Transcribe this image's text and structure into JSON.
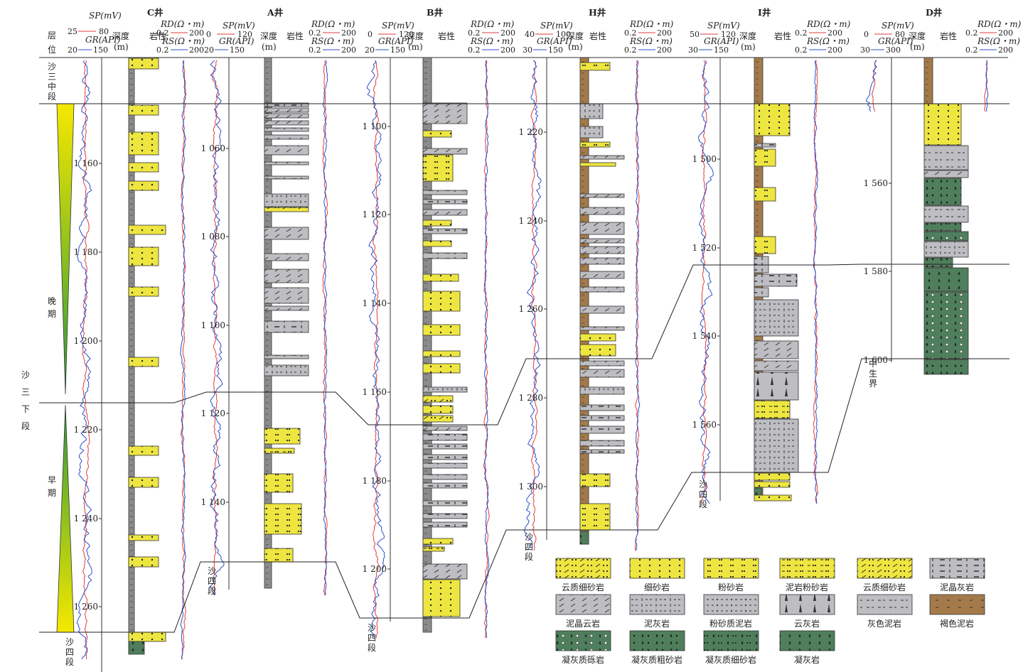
{
  "wells": [
    {
      "id": "C",
      "title": "C井",
      "hdr": {
        "sp": "SP(mV)",
        "sp_min": "25",
        "sp_max": "80",
        "gr": "GR(API)",
        "gr_min": "20",
        "gr_max": "150",
        "depth": "深度",
        "depth_unit": "(m)",
        "lith": "岩性",
        "rd": "RD(Ω・m)",
        "rd_min": "0.2",
        "rd_max": "200",
        "rs": "RS(Ω・m)",
        "rs_min": "0.2",
        "rs_max": "200"
      },
      "depths": [
        "1 160",
        "1 180",
        "1 200",
        "1 220",
        "1 240",
        "1 260"
      ]
    },
    {
      "id": "A",
      "title": "A井",
      "hdr": {
        "sp": "SP(mV)",
        "sp_min": "0",
        "sp_max": "120",
        "gr": "GR(API)",
        "gr_min": "20",
        "gr_max": "150",
        "depth": "深度",
        "depth_unit": "(m)",
        "lith": "岩性",
        "rd": "RD(Ω・m)",
        "rd_min": "0.2",
        "rd_max": "200",
        "rs": "RS(Ω・m)",
        "rs_min": "0.2",
        "rs_max": "200"
      },
      "depths": [
        "1 060",
        "1 080",
        "1 100",
        "1 120",
        "1 140"
      ]
    },
    {
      "id": "B",
      "title": "B井",
      "hdr": {
        "sp": "SP(mV)",
        "sp_min": "0",
        "sp_max": "120",
        "gr": "GR(API)",
        "gr_min": "20",
        "gr_max": "150",
        "depth": "深度",
        "depth_unit": "(m)",
        "lith": "岩性",
        "rd": "RD(Ω・m)",
        "rd_min": "0.2",
        "rd_max": "200",
        "rs": "RS(Ω・m)",
        "rs_min": "0.2",
        "rs_max": "200"
      },
      "depths": [
        "1 100",
        "1 120",
        "1 140",
        "1 160",
        "1 180",
        "1 200"
      ]
    },
    {
      "id": "H",
      "title": "H井",
      "hdr": {
        "sp": "SP(mV)",
        "sp_min": "40",
        "sp_max": "100",
        "gr": "GR(API)",
        "gr_min": "30",
        "gr_max": "150",
        "depth": "深度",
        "depth_unit": "(m)",
        "lith": "岩性",
        "rd": "RD(Ω・m)",
        "rd_min": "0.2",
        "rd_max": "200",
        "rs": "RS(Ω・m)",
        "rs_min": "0.2",
        "rs_max": "200"
      },
      "depths": [
        "1 220",
        "1 240",
        "1 260",
        "1 280",
        "1 300"
      ]
    },
    {
      "id": "I",
      "title": "I井",
      "hdr": {
        "sp": "SP(mV)",
        "sp_min": "50",
        "sp_max": "120",
        "gr": "GR(API)",
        "gr_min": "30",
        "gr_max": "150",
        "depth": "深度",
        "depth_unit": "(m)",
        "lith": "岩性",
        "rd": "RD(Ω・m)",
        "rd_min": "0.2",
        "rd_max": "200",
        "rs": "RS(Ω・m)",
        "rs_min": "0.2",
        "rs_max": "200"
      },
      "depths": [
        "1 500",
        "1 520",
        "1 540",
        "1 560"
      ]
    },
    {
      "id": "D",
      "title": "D井",
      "hdr": {
        "sp": "SP(mV)",
        "sp_min": "0",
        "sp_max": "80",
        "gr": "GR(API)",
        "gr_min": "30",
        "gr_max": "300",
        "depth": "深度",
        "depth_unit": "(m)",
        "lith": "岩性",
        "rd": "RD(Ω・m)",
        "rd_min": "0.2",
        "rd_max": "200",
        "rs": "RS(Ω・m)",
        "rs_min": "0.2",
        "rs_max": "200"
      },
      "depths": [
        "1 560",
        "1 580",
        "1 600"
      ]
    }
  ],
  "strat": {
    "col_head_1": "层",
    "col_head_2": "位",
    "mid_member": [
      "沙",
      "三",
      "中",
      "段"
    ],
    "lower_member": [
      "沙",
      "三",
      "下",
      "段"
    ],
    "late": [
      "晚",
      "期"
    ],
    "early": [
      "早",
      "期"
    ],
    "es4_c": [
      "沙",
      "四",
      "段"
    ],
    "es4_a": [
      "沙",
      "四",
      "段"
    ],
    "es4_b": [
      "沙",
      "四",
      "段"
    ],
    "es4_h": [
      "沙",
      "四",
      "段"
    ],
    "es4_i": [
      "沙",
      "四",
      "段"
    ],
    "mesozoic": [
      "中",
      "生",
      "界"
    ]
  },
  "legend": [
    {
      "label": "云质细砂岩",
      "fill": "#e6e24a",
      "pattern": "dolo-sand"
    },
    {
      "label": "细砂岩",
      "fill": "#f1ea2f",
      "pattern": "dots"
    },
    {
      "label": "粉砂岩",
      "fill": "#f1ea2f",
      "pattern": "dot-pairs"
    },
    {
      "label": "泥岩粉砂岩",
      "fill": "#f1ea2f",
      "pattern": "dash-dots"
    },
    {
      "label": "云质细砂岩",
      "fill": "#f1ea2f",
      "pattern": "dolo-sand"
    },
    {
      "label": "泥晶灰岩",
      "fill": "#c6c6c6",
      "pattern": "bars"
    },
    {
      "label": "泥晶云岩",
      "fill": "#c6c6c6",
      "pattern": "slashes"
    },
    {
      "label": "泥灰岩",
      "fill": "#c6c6c6",
      "pattern": "bar-dash"
    },
    {
      "label": "粉砂质泥岩",
      "fill": "#c6c6c6",
      "pattern": "dash-dot-dash"
    },
    {
      "label": "云灰岩",
      "fill": "#c6c6c6",
      "pattern": "wedges"
    },
    {
      "label": "灰色泥岩",
      "fill": "#c6c6c6",
      "pattern": "dashes"
    },
    {
      "label": "褐色泥岩",
      "fill": "#a47a4a",
      "pattern": "dashes"
    },
    {
      "label": "凝灰质砾岩",
      "fill": "#4f7e5c",
      "pattern": "tuff-circ"
    },
    {
      "label": "凝灰质粗砂岩",
      "fill": "#4f7e5c",
      "pattern": "tuff-dots"
    },
    {
      "label": "凝灰质细砂岩",
      "fill": "#4f7e5c",
      "pattern": "tuff-dots2"
    },
    {
      "label": "凝灰岩",
      "fill": "#4f7e5c",
      "pattern": "tuff"
    }
  ],
  "colors": {
    "sp": "#e23b3b",
    "gr": "#2b4fc9",
    "rd": "#e23b3b",
    "rs": "#2b4fc9",
    "column": "#8c8c8c",
    "sand": "#e8e45a",
    "tuff": "#4f7e5c",
    "brown": "#a47a4a",
    "limestone": "#b8b8c0"
  }
}
